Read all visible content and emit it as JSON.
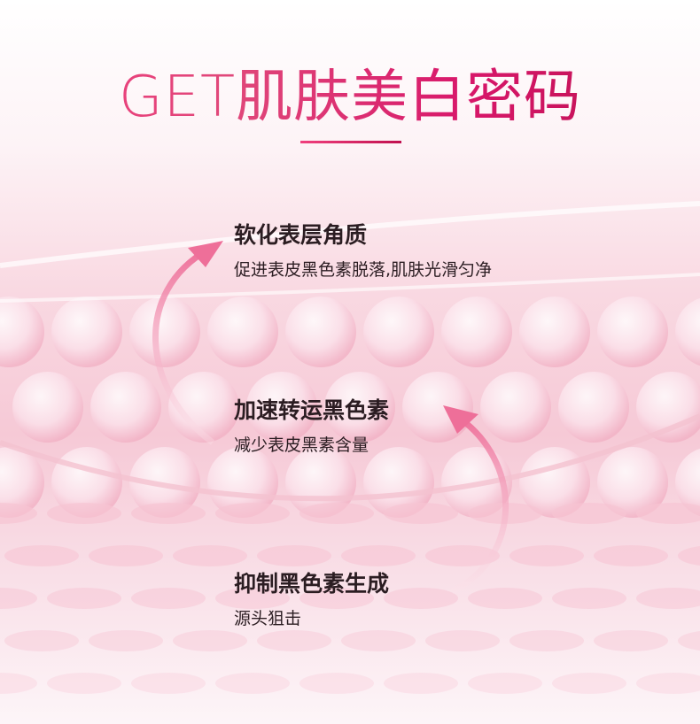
{
  "title": "GET肌肤美白密码",
  "steps": [
    {
      "heading": "软化表层角质",
      "desc": "促进表皮黑色素脱落,肌肤光滑匀净"
    },
    {
      "heading": "加速转运黑色素",
      "desc": "减少表皮黑素含量"
    },
    {
      "heading": "抑制黑色素生成",
      "desc": "源头狙击"
    }
  ],
  "colors": {
    "accent": "#e8306f",
    "arrow": "#f07aa0"
  }
}
